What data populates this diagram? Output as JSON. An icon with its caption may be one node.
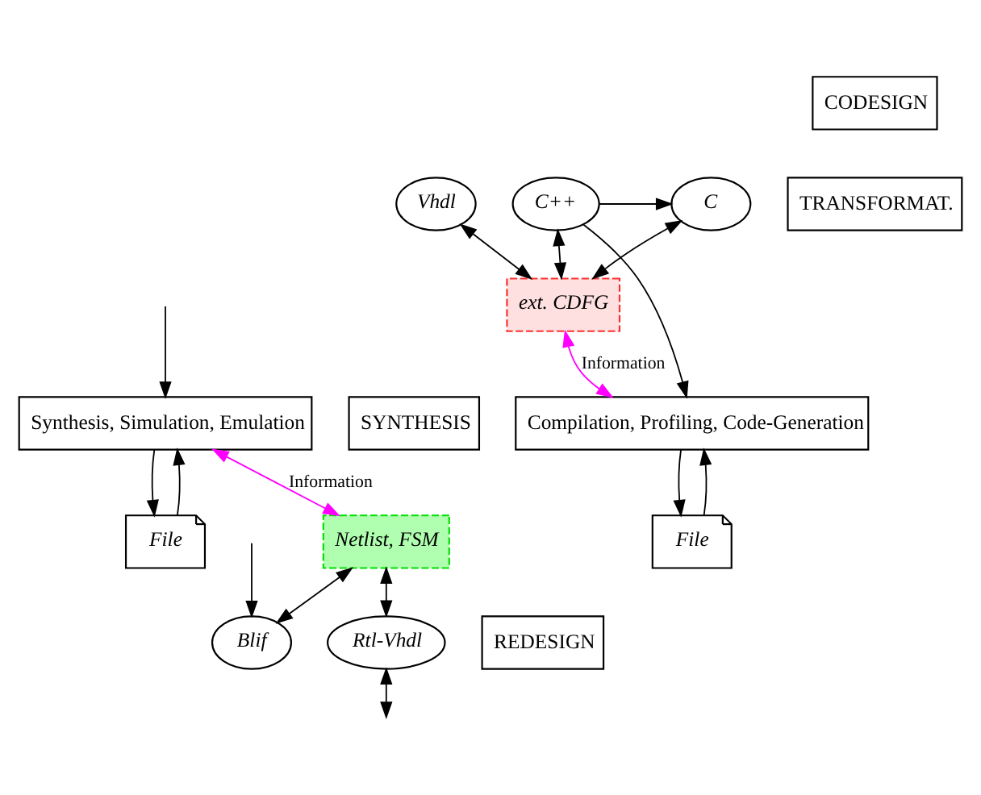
{
  "diagram": {
    "nodes": [
      {
        "text": [
          "Vhdl"
        ]
      },
      {
        "text": [
          "C"
        ]
      },
      {
        "text": [
          "C++"
        ]
      },
      {
        "text": [
          "CODESIGN"
        ]
      },
      {
        "text": [
          "TRANSFORMAT."
        ]
      },
      {
        "text": [
          "ext. CDFG"
        ]
      },
      {
        "text": [
          "SYNTHESIS"
        ]
      },
      {
        "text": [
          "Netlist, FSM"
        ]
      },
      {
        "text": [
          "REDESIGN"
        ]
      },
      {
        "text": [
          "Synthesis, Simulation, Emulation"
        ]
      },
      {
        "text": [
          "File"
        ]
      },
      {
        "text": [
          "Compilation, Profiling, Code-Generation"
        ]
      },
      {
        "text": [
          "File"
        ]
      },
      {
        "text": [
          "Rtl-Vhdl"
        ]
      },
      {
        "text": [
          "Blif"
        ]
      }
    ],
    "edges": [
      {
        "from": 0,
        "to": 5,
        "arrow": "both"
      },
      {
        "from": 1,
        "to": 5,
        "arrow": "both"
      },
      {
        "from": 2,
        "to": 5,
        "arrow": "both"
      },
      {
        "from": 2,
        "to": 1,
        "arrow": "to"
      },
      {
        "from": 2,
        "to": 11,
        "arrow": "to"
      },
      {
        "from": 5,
        "to": 11,
        "arrow": "both",
        "label": "Information",
        "color": "#ff00ff"
      },
      {
        "from": 9,
        "to": 7,
        "arrow": "both",
        "label": "Information",
        "color": "#ff00ff"
      },
      {
        "from": 10,
        "to": 9,
        "arrow": "to"
      },
      {
        "from": 9,
        "to": 10,
        "arrow": "to"
      },
      {
        "from": 11,
        "to": 12,
        "arrow": "to"
      },
      {
        "from": 12,
        "to": 11,
        "arrow": "to"
      },
      {
        "from": 7,
        "to": 13,
        "arrow": "both"
      },
      {
        "from": 7,
        "to": 14,
        "arrow": "both"
      },
      {
        "from": null,
        "to": 9,
        "arrow": "to"
      },
      {
        "from": 13,
        "to": null,
        "arrow": "both"
      },
      {
        "from": null,
        "to": 14,
        "arrow": "to"
      }
    ]
  }
}
